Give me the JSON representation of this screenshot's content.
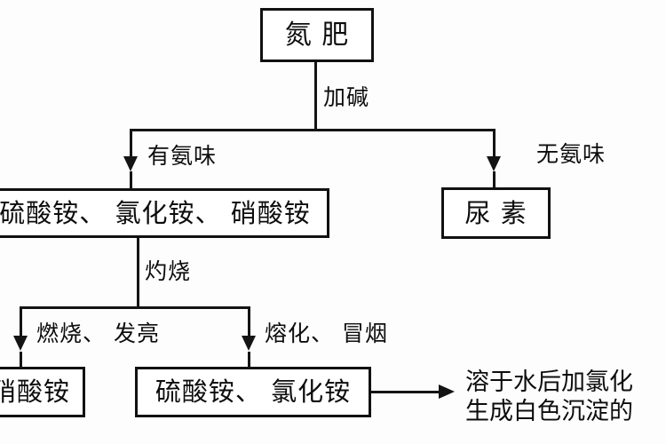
{
  "diagram": {
    "title_box": {
      "text": "氮  肥"
    },
    "step_label_top": {
      "text": "加碱"
    },
    "branch_left_label": {
      "text": "有氨味"
    },
    "branch_right_label": {
      "text": "无氨味"
    },
    "ammonium_salts_box": {
      "text": "硫酸铵、 氯化铵、 硝酸铵"
    },
    "urea_box": {
      "text": "尿  素"
    },
    "step_label_burn": {
      "text": "灼烧"
    },
    "branch_burn_left_label": {
      "text": "燃烧、 发亮"
    },
    "branch_burn_right_label": {
      "text": "熔化、 冒烟"
    },
    "result_left_box": {
      "text": "硝酸铵"
    },
    "result_middle_box": {
      "text": "硫酸铵、 氯化铵"
    },
    "final_note": {
      "line1": "溶于水后加氯化",
      "line2": "生成白色沉淀的"
    },
    "colors": {
      "stroke": "#141414",
      "text": "#0d0d0d",
      "background": "#fdfdfd"
    }
  }
}
